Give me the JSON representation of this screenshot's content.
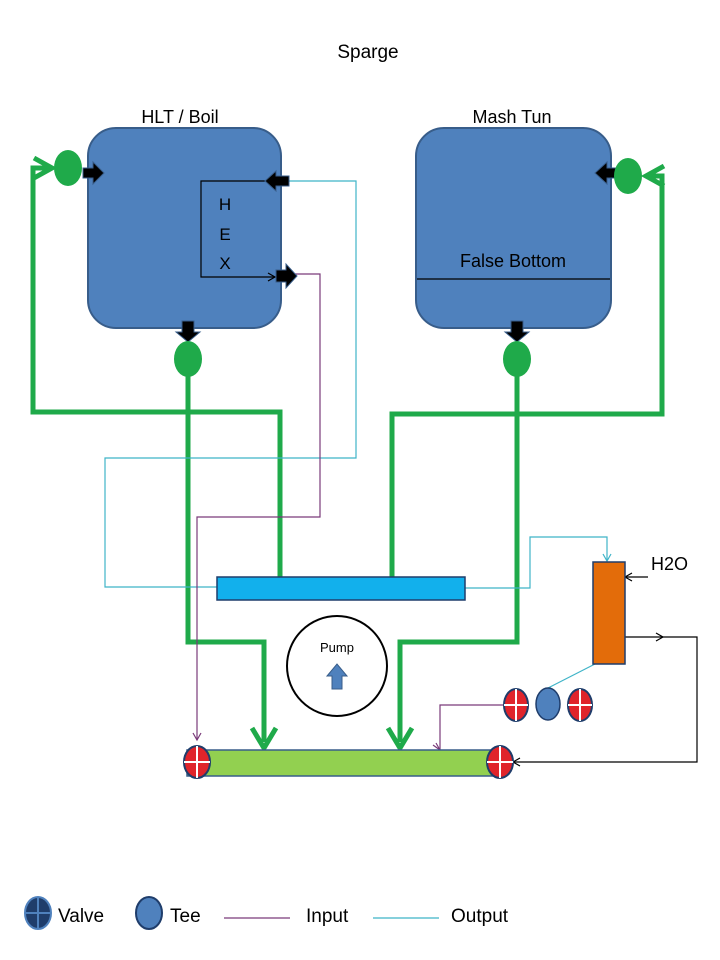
{
  "title": "Sparge",
  "vessels": {
    "hlt_label": "HLT / Boil",
    "hex_letters": [
      "H",
      "E",
      "X"
    ],
    "mash_label": "Mash Tun",
    "false_bottom_label": "False Bottom"
  },
  "pump_label": "Pump",
  "water_label": "H2O",
  "legend": {
    "valve": "Valve",
    "tee": "Tee",
    "input": "Input",
    "output": "Output"
  },
  "colors": {
    "vessel_fill": "#4f81bd",
    "vessel_stroke": "#385d8a",
    "pipe_green": "#1faa4a",
    "input_line": "#7a3b7a",
    "output_line": "#3fb4c8",
    "sparge_arm": "#12b0ec",
    "heater": "#e36c0a",
    "manifold": "#92d050",
    "valve_red": "#e0242b",
    "tee_blue": "#4f81bd"
  }
}
